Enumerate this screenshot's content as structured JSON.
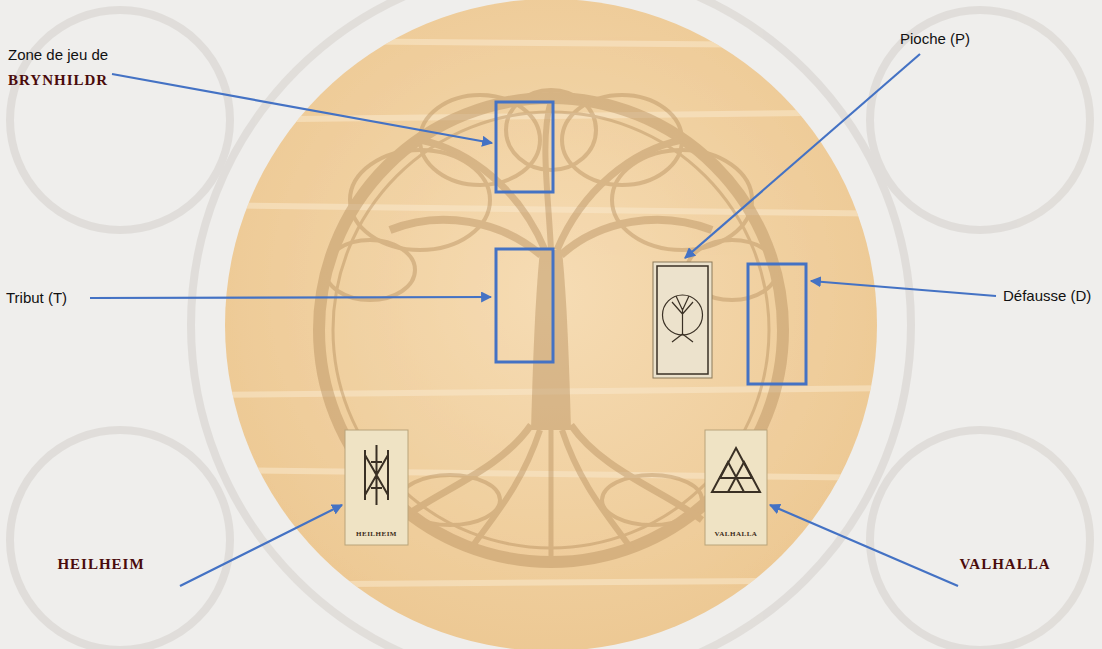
{
  "diagram": {
    "nodes": [
      {
        "text": [
          "HEILHEIM"
        ]
      },
      {
        "text": [
          "VALHALLA"
        ]
      }
    ],
    "labels": [
      "Zone de jeu de",
      "BRYNHILDR",
      "Tribut (T)",
      "Pioche (P)",
      "Défausse (D)",
      "HEILHEIM",
      "VALHALLA"
    ]
  }
}
